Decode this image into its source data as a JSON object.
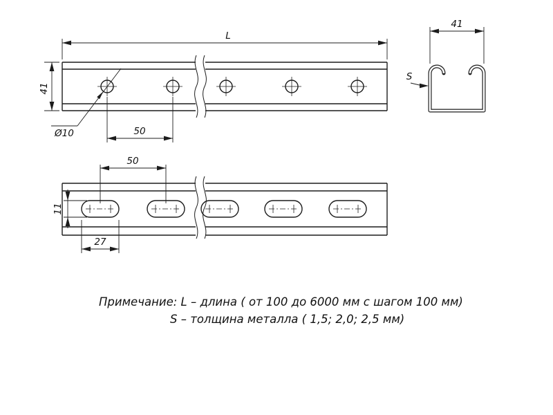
{
  "drawing": {
    "dimensions": {
      "length_label": "L",
      "profile_height": "41",
      "hole_diameter": "Ø10",
      "hole_spacing": "50",
      "section_width": "41",
      "thickness_label": "S",
      "slot_spacing": "50",
      "slot_width": "11",
      "slot_length": "27"
    },
    "notes": {
      "line1": "Примечание: L – длина ( от 100 до 6000 мм с шагом 100 мм)",
      "line2": "S – толщина металла ( 1,5; 2,0; 2,5 мм)"
    }
  }
}
